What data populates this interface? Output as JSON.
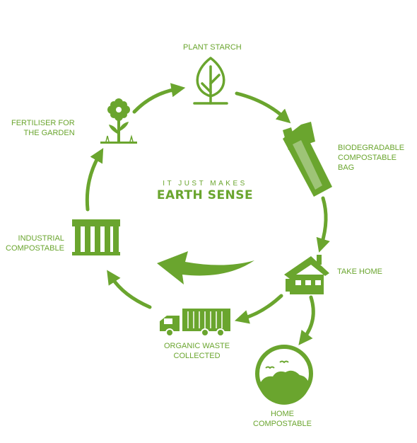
{
  "accent_color": "#6aa52e",
  "center": {
    "tagline": "IT JUST MAKES",
    "headline": "EARTH SENSE"
  },
  "nodes": {
    "plant_starch": {
      "icon": "leaf-icon",
      "lines": [
        "PLANT STARCH"
      ]
    },
    "bag": {
      "icon": "shopping-bag-icon",
      "lines": [
        "BIODEGRADABLE",
        "COMPOSTABLE",
        "BAG"
      ]
    },
    "take_home": {
      "icon": "house-icon",
      "lines": [
        "TAKE HOME"
      ]
    },
    "home_compostable": {
      "icon": "compost-bin-icon",
      "lines": [
        "HOME",
        "COMPOSTABLE"
      ]
    },
    "organic_waste": {
      "icon": "truck-icon",
      "lines": [
        "ORGANIC WASTE",
        "COLLECTED"
      ]
    },
    "industrial": {
      "icon": "industrial-composter-icon",
      "lines": [
        "INDUSTRIAL",
        "COMPOSTABLE"
      ]
    },
    "fertiliser": {
      "icon": "flower-icon",
      "lines": [
        "FERTILISER FOR",
        "THE GARDEN"
      ]
    }
  }
}
